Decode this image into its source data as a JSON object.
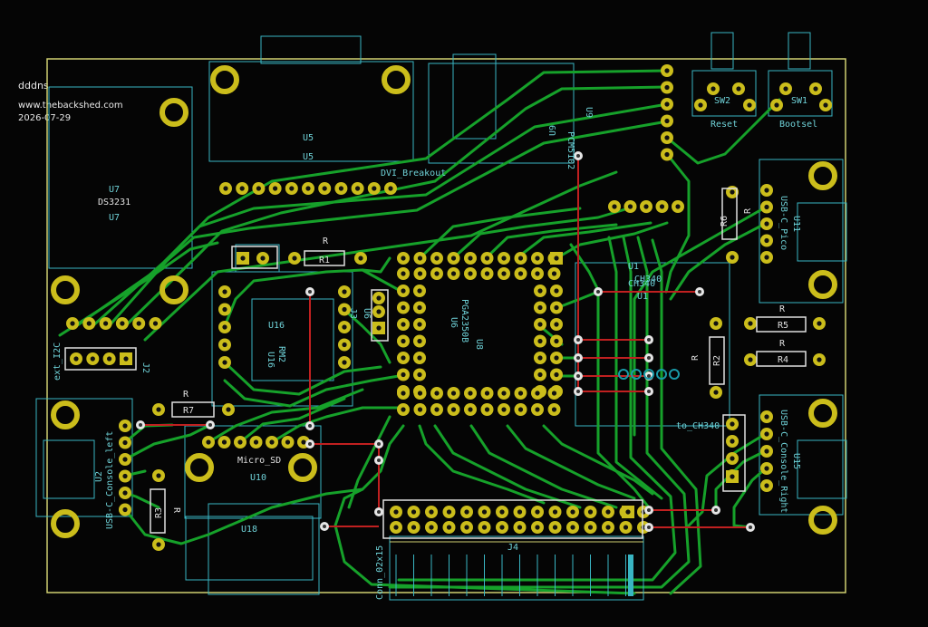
{
  "watermark": {
    "user": "dddns",
    "site": "www.thebackshed.com",
    "date": "2026-07-29"
  },
  "labels": {
    "u5a": "U5",
    "u5b": "U5",
    "u7a": "U7",
    "u7b": "U7",
    "ds3231": "DS3231",
    "u9a": "U9",
    "u9b": "U9",
    "pcm": "PCM5102",
    "sw2": "SW2",
    "sw1": "SW1",
    "reset": "Reset",
    "bootsel": "Bootsel",
    "dvi": "DVI_Breakout",
    "r6": "R6",
    "r": "R",
    "u11": "U11",
    "usb_pico": "USB-C_Pico",
    "r1": "R1",
    "u1a": "U1",
    "u1b": "U1",
    "ch340": "CH340",
    "u16a": "U16",
    "u16b": "U16",
    "rm2": "RM2",
    "u6": "U6",
    "pga": "PGA2350B",
    "u8": "U8",
    "r5": "R5",
    "r4": "R4",
    "r2": "R2",
    "u15": "U15",
    "usb_cr": "USB-C_Console_Right",
    "to_ch340": "to_CH340",
    "ext_i2c": "ext_I2C",
    "j2": "J2",
    "r7": "R7",
    "u2": "U2",
    "usb_cl": "USB-C_Console_left",
    "microsd": "Micro_SD",
    "u10": "U10",
    "r3": "R3",
    "u18": "U18",
    "j4": "J4",
    "conn": "Conn_02x15",
    "j3": "J3"
  },
  "colors": {
    "trace": "#16a12a",
    "copper_bg": "#000000",
    "pad": "#cbbd1b",
    "silk": "#6fd2d8",
    "courtyard": "#39b5c3",
    "edge": "#d0d071",
    "via": "#e5e5e5",
    "ratsnest": "#c02020"
  }
}
